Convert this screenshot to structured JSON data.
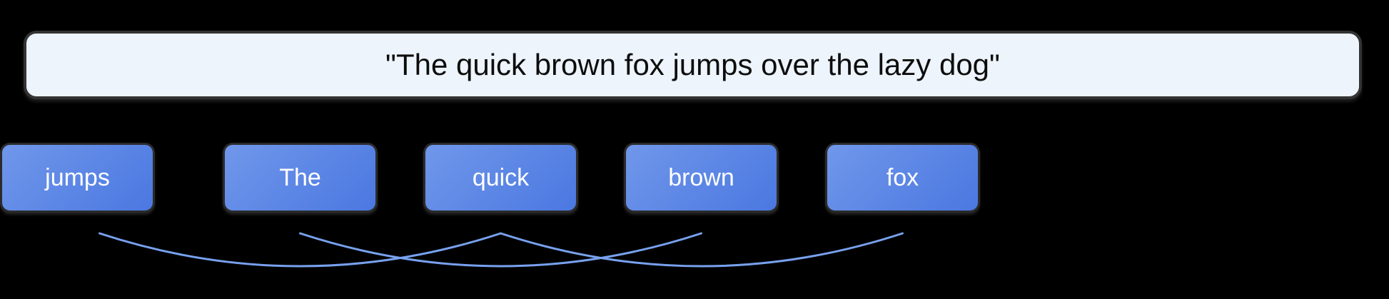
{
  "sentence_box": {
    "text": "\"The quick brown fox jumps over the lazy dog\""
  },
  "tokens": [
    {
      "label": "The"
    },
    {
      "label": "quick"
    },
    {
      "label": "brown"
    },
    {
      "label": "fox"
    },
    {
      "label": "jumps"
    }
  ],
  "arcs": [
    {
      "from": 0,
      "to": 2
    },
    {
      "from": 1,
      "to": 3
    },
    {
      "from": 2,
      "to": 4
    }
  ],
  "colors": {
    "background": "#000000",
    "sentence_box_fill": "#edf4fb",
    "sentence_box_border": "#333333",
    "token_gradient_from": "#7097ea",
    "token_gradient_to": "#4b78e1",
    "token_border": "#2b2b2b",
    "token_text": "#ffffff",
    "sentence_text": "#0d0d0d",
    "arc_line": "#78a1ee"
  }
}
